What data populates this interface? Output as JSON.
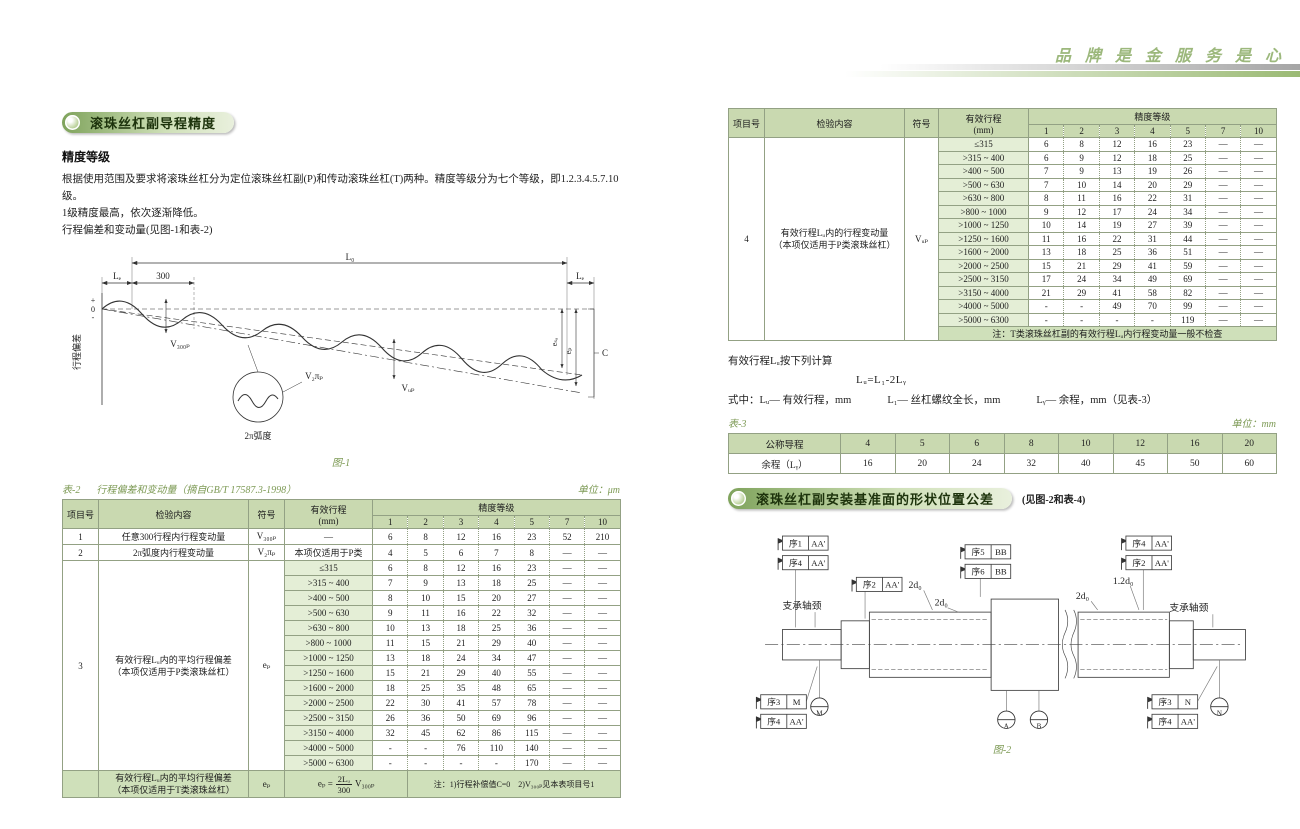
{
  "page": {
    "slogan": "品 牌 是 金 服 务 是 心"
  },
  "colors": {
    "accent_green": "#7d9a55",
    "table_header": "#c9d9b0",
    "row_highlight": "#cfe0ba",
    "pill_gradient_start": "#7fa35c"
  },
  "left": {
    "section_title": "滚珠丝杠副导程精度",
    "subsection": "精度等级",
    "para1": "根据使用范围及要求将滚珠丝杠分为定位滚珠丝杠副(P)和传动滚珠丝杠(T)两种。精度等级分为七个等级，即1.2.3.4.5.7.10级。",
    "para2": "1级精度最高，依次逐渐降低。",
    "para3": "行程偏差和变动量(见图-1和表-2)"
  },
  "figure1": {
    "caption": "图-1",
    "labels": {
      "L0": "L₀",
      "Le": "Lₑ",
      "Le2": "Lₑ",
      "len300": "300",
      "plus": "+",
      "zero": "0",
      "minus": "-",
      "axis": "行程偏差",
      "v300p": "V₃₀₀ₚ",
      "vup": "Vᵤₚ",
      "v2p": "V₂πₚ",
      "arc": "2π弧度",
      "esa": "eₛₐ",
      "ep": "eₚ",
      "c": "C"
    }
  },
  "table2": {
    "label": "表-2",
    "title": "行程偏差和变动量（摘自GB/T 17587.3-1998）",
    "unit": "单位：μm",
    "headers": {
      "item_no": "项目号",
      "content": "检验内容",
      "symbol": "符号",
      "travel": "有效行程",
      "travel_unit": "(mm)",
      "grade": "精度等级",
      "grades": [
        "1",
        "2",
        "3",
        "4",
        "5",
        "7",
        "10"
      ]
    },
    "row1": {
      "no": "1",
      "content": "任意300行程内行程变动量",
      "symbol": "V₃₀₀ₚ",
      "travel": "—",
      "values": [
        "6",
        "8",
        "12",
        "16",
        "23",
        "52",
        "210"
      ]
    },
    "row2": {
      "no": "2",
      "content": "2π弧度内行程变动量",
      "symbol": "V₂πₚ",
      "travel": "本项仅适用于P类",
      "values": [
        "4",
        "5",
        "6",
        "7",
        "8",
        "—",
        "—"
      ]
    },
    "group3": {
      "no": "3",
      "content_lines": [
        "有效行程Lᵤ内的平均行程偏差",
        "（本项仅适用于P类滚珠丝杠）"
      ],
      "symbol": "eₚ",
      "sub_rows": [
        {
          "range": "≤315",
          "values": [
            "6",
            "8",
            "12",
            "16",
            "23",
            "—",
            "—"
          ]
        },
        {
          "range": ">315 ~ 400",
          "values": [
            "7",
            "9",
            "13",
            "18",
            "25",
            "—",
            "—"
          ]
        },
        {
          "range": ">400 ~ 500",
          "values": [
            "8",
            "10",
            "15",
            "20",
            "27",
            "—",
            "—"
          ]
        },
        {
          "range": ">500 ~ 630",
          "values": [
            "9",
            "11",
            "16",
            "22",
            "32",
            "—",
            "—"
          ]
        },
        {
          "range": ">630 ~ 800",
          "values": [
            "10",
            "13",
            "18",
            "25",
            "36",
            "—",
            "—"
          ]
        },
        {
          "range": ">800 ~ 1000",
          "values": [
            "11",
            "15",
            "21",
            "29",
            "40",
            "—",
            "—"
          ]
        },
        {
          "range": ">1000 ~ 1250",
          "values": [
            "13",
            "18",
            "24",
            "34",
            "47",
            "—",
            "—"
          ]
        },
        {
          "range": ">1250 ~ 1600",
          "values": [
            "15",
            "21",
            "29",
            "40",
            "55",
            "—",
            "—"
          ]
        },
        {
          "range": ">1600 ~ 2000",
          "values": [
            "18",
            "25",
            "35",
            "48",
            "65",
            "—",
            "—"
          ]
        },
        {
          "range": ">2000 ~ 2500",
          "values": [
            "22",
            "30",
            "41",
            "57",
            "78",
            "—",
            "—"
          ]
        },
        {
          "range": ">2500 ~ 3150",
          "values": [
            "26",
            "36",
            "50",
            "69",
            "96",
            "—",
            "—"
          ]
        },
        {
          "range": ">3150 ~ 4000",
          "values": [
            "32",
            "45",
            "62",
            "86",
            "115",
            "—",
            "—"
          ]
        },
        {
          "range": ">4000 ~ 5000",
          "values": [
            "-",
            "-",
            "76",
            "110",
            "140",
            "—",
            "—"
          ]
        },
        {
          "range": ">5000 ~ 6300",
          "values": [
            "-",
            "-",
            "-",
            "-",
            "170",
            "—",
            "—"
          ]
        }
      ]
    },
    "rowT": {
      "no": "",
      "content_lines": [
        "有效行程Lᵤ内的平均行程偏差",
        "（本项仅适用于T类滚珠丝杠）"
      ],
      "symbol": "eₚ",
      "formula": {
        "lhs": "eₚ =",
        "num": "2Lᵤ",
        "den": "300",
        "rhs": "V₃₀₀ₚ"
      },
      "note": "注：1)行程补偿值C=0　2)V₃₀₀ₚ见本表项目号1"
    }
  },
  "table2r": {
    "group4": {
      "no": "4",
      "content_lines": [
        "有效行程Lᵤ内的行程变动量",
        "（本项仅适用于P类滚珠丝杠）"
      ],
      "symbol": "Vᵤₚ",
      "sub_rows": [
        {
          "range": "≤315",
          "values": [
            "6",
            "8",
            "12",
            "16",
            "23",
            "—",
            "—"
          ]
        },
        {
          "range": ">315 ~ 400",
          "values": [
            "6",
            "9",
            "12",
            "18",
            "25",
            "—",
            "—"
          ]
        },
        {
          "range": ">400 ~ 500",
          "values": [
            "7",
            "9",
            "13",
            "19",
            "26",
            "—",
            "—"
          ]
        },
        {
          "range": ">500 ~ 630",
          "values": [
            "7",
            "10",
            "14",
            "20",
            "29",
            "—",
            "—"
          ]
        },
        {
          "range": ">630 ~ 800",
          "values": [
            "8",
            "11",
            "16",
            "22",
            "31",
            "—",
            "—"
          ]
        },
        {
          "range": ">800 ~ 1000",
          "values": [
            "9",
            "12",
            "17",
            "24",
            "34",
            "—",
            "—"
          ]
        },
        {
          "range": ">1000 ~ 1250",
          "values": [
            "10",
            "14",
            "19",
            "27",
            "39",
            "—",
            "—"
          ]
        },
        {
          "range": ">1250 ~ 1600",
          "values": [
            "11",
            "16",
            "22",
            "31",
            "44",
            "—",
            "—"
          ]
        },
        {
          "range": ">1600 ~ 2000",
          "values": [
            "13",
            "18",
            "25",
            "36",
            "51",
            "—",
            "—"
          ]
        },
        {
          "range": ">2000 ~ 2500",
          "values": [
            "15",
            "21",
            "29",
            "41",
            "59",
            "—",
            "—"
          ]
        },
        {
          "range": ">2500 ~ 3150",
          "values": [
            "17",
            "24",
            "34",
            "49",
            "69",
            "—",
            "—"
          ]
        },
        {
          "range": ">3150 ~ 4000",
          "values": [
            "21",
            "29",
            "41",
            "58",
            "82",
            "—",
            "—"
          ]
        },
        {
          "range": ">4000 ~ 5000",
          "values": [
            "-",
            "-",
            "49",
            "70",
            "99",
            "—",
            "—"
          ]
        },
        {
          "range": ">5000 ~ 6300",
          "values": [
            "-",
            "-",
            "-",
            "-",
            "119",
            "—",
            "—"
          ]
        }
      ],
      "note": "注：T类滚珠丝杠副的有效行程Lᵤ内行程变动量一般不检查"
    }
  },
  "calc": {
    "line1": "有效行程Lᵤ按下列计算",
    "formula": "Lᵤ=L₁-2Lᵧ",
    "prefix": "式中：",
    "terms": [
      "Lᵤ— 有效行程，mm",
      "L₁— 丝杠螺纹全长，mm",
      "Lᵧ— 余程，mm（见表-3）"
    ]
  },
  "table3": {
    "label": "表-3",
    "unit": "单位：mm",
    "row1_label": "公称导程",
    "row1_values": [
      "4",
      "5",
      "6",
      "8",
      "10",
      "12",
      "16",
      "20"
    ],
    "row2_label": "余程（Lᵧ）",
    "row2_values": [
      "16",
      "20",
      "24",
      "32",
      "40",
      "45",
      "50",
      "60"
    ]
  },
  "right": {
    "section_title": "滚珠丝杠副安装基准面的形状位置公差",
    "section_suffix": "(见图-2和表-4)"
  },
  "figure2": {
    "caption": "图-2",
    "callouts": [
      {
        "seq": "序1",
        "datum": "AA'"
      },
      {
        "seq": "序4",
        "datum": "AA'"
      },
      {
        "seq": "序2",
        "datum": "AA'"
      },
      {
        "seq": "序5",
        "datum": "BB"
      },
      {
        "seq": "序6",
        "datum": "BB"
      },
      {
        "seq": "序4",
        "datum": "AA'"
      },
      {
        "seq": "序2",
        "datum": "AA'"
      },
      {
        "seq": "序3",
        "datum": "M"
      },
      {
        "seq": "序4",
        "datum": "AA'"
      },
      {
        "seq": "序3",
        "datum": "N"
      },
      {
        "seq": "序4",
        "datum": "AA'"
      }
    ],
    "labels": {
      "journal_left": "支承轴颈",
      "journal_right": "支承轴颈",
      "d1": "2d₀",
      "d2": "2d₀",
      "d3": "2d₀",
      "d4": "1.2d₀",
      "m": "M",
      "a": "A",
      "b": "B",
      "n": "N"
    }
  }
}
